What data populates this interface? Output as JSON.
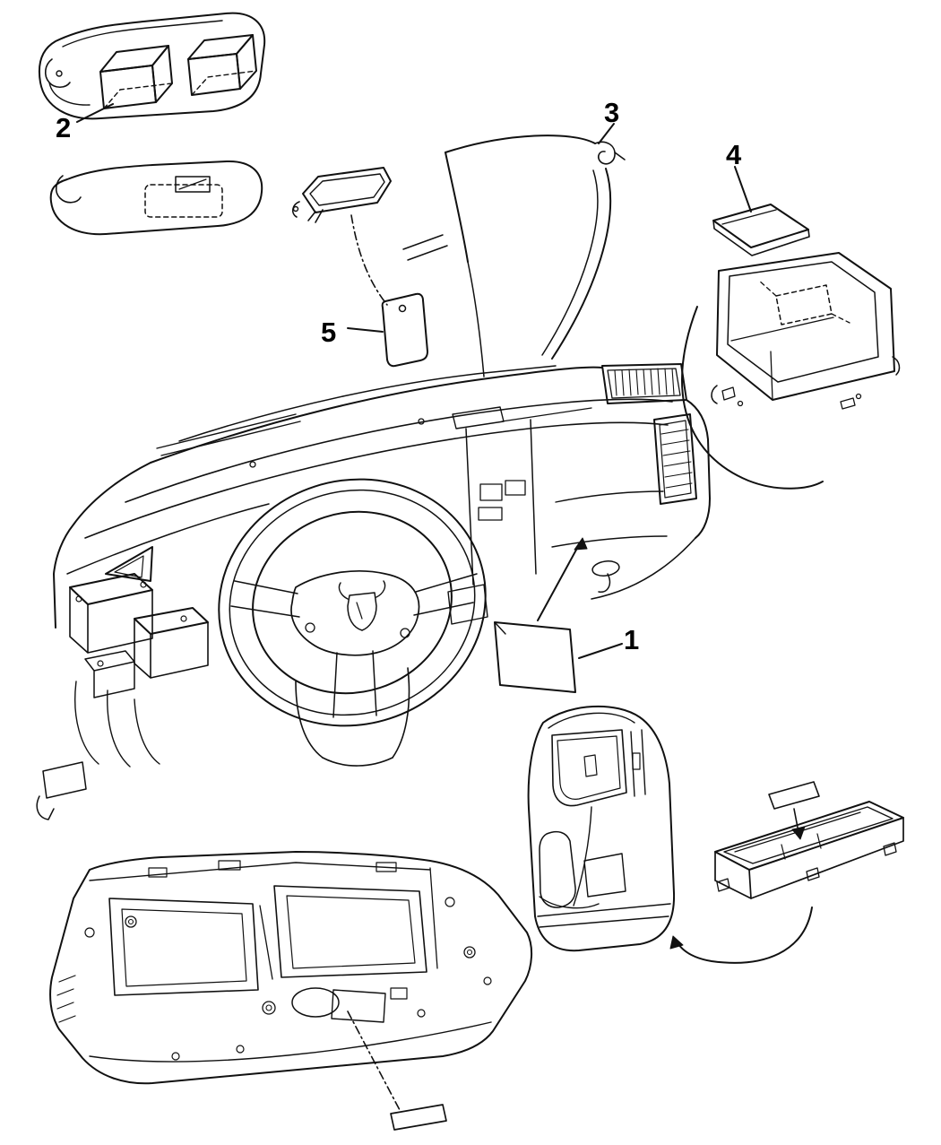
{
  "diagram": {
    "background": "#ffffff",
    "line_color": "#111111",
    "callouts": [
      {
        "label": "1"
      },
      {
        "label": "2"
      },
      {
        "label": "3"
      },
      {
        "label": "4"
      },
      {
        "label": "5"
      }
    ]
  }
}
